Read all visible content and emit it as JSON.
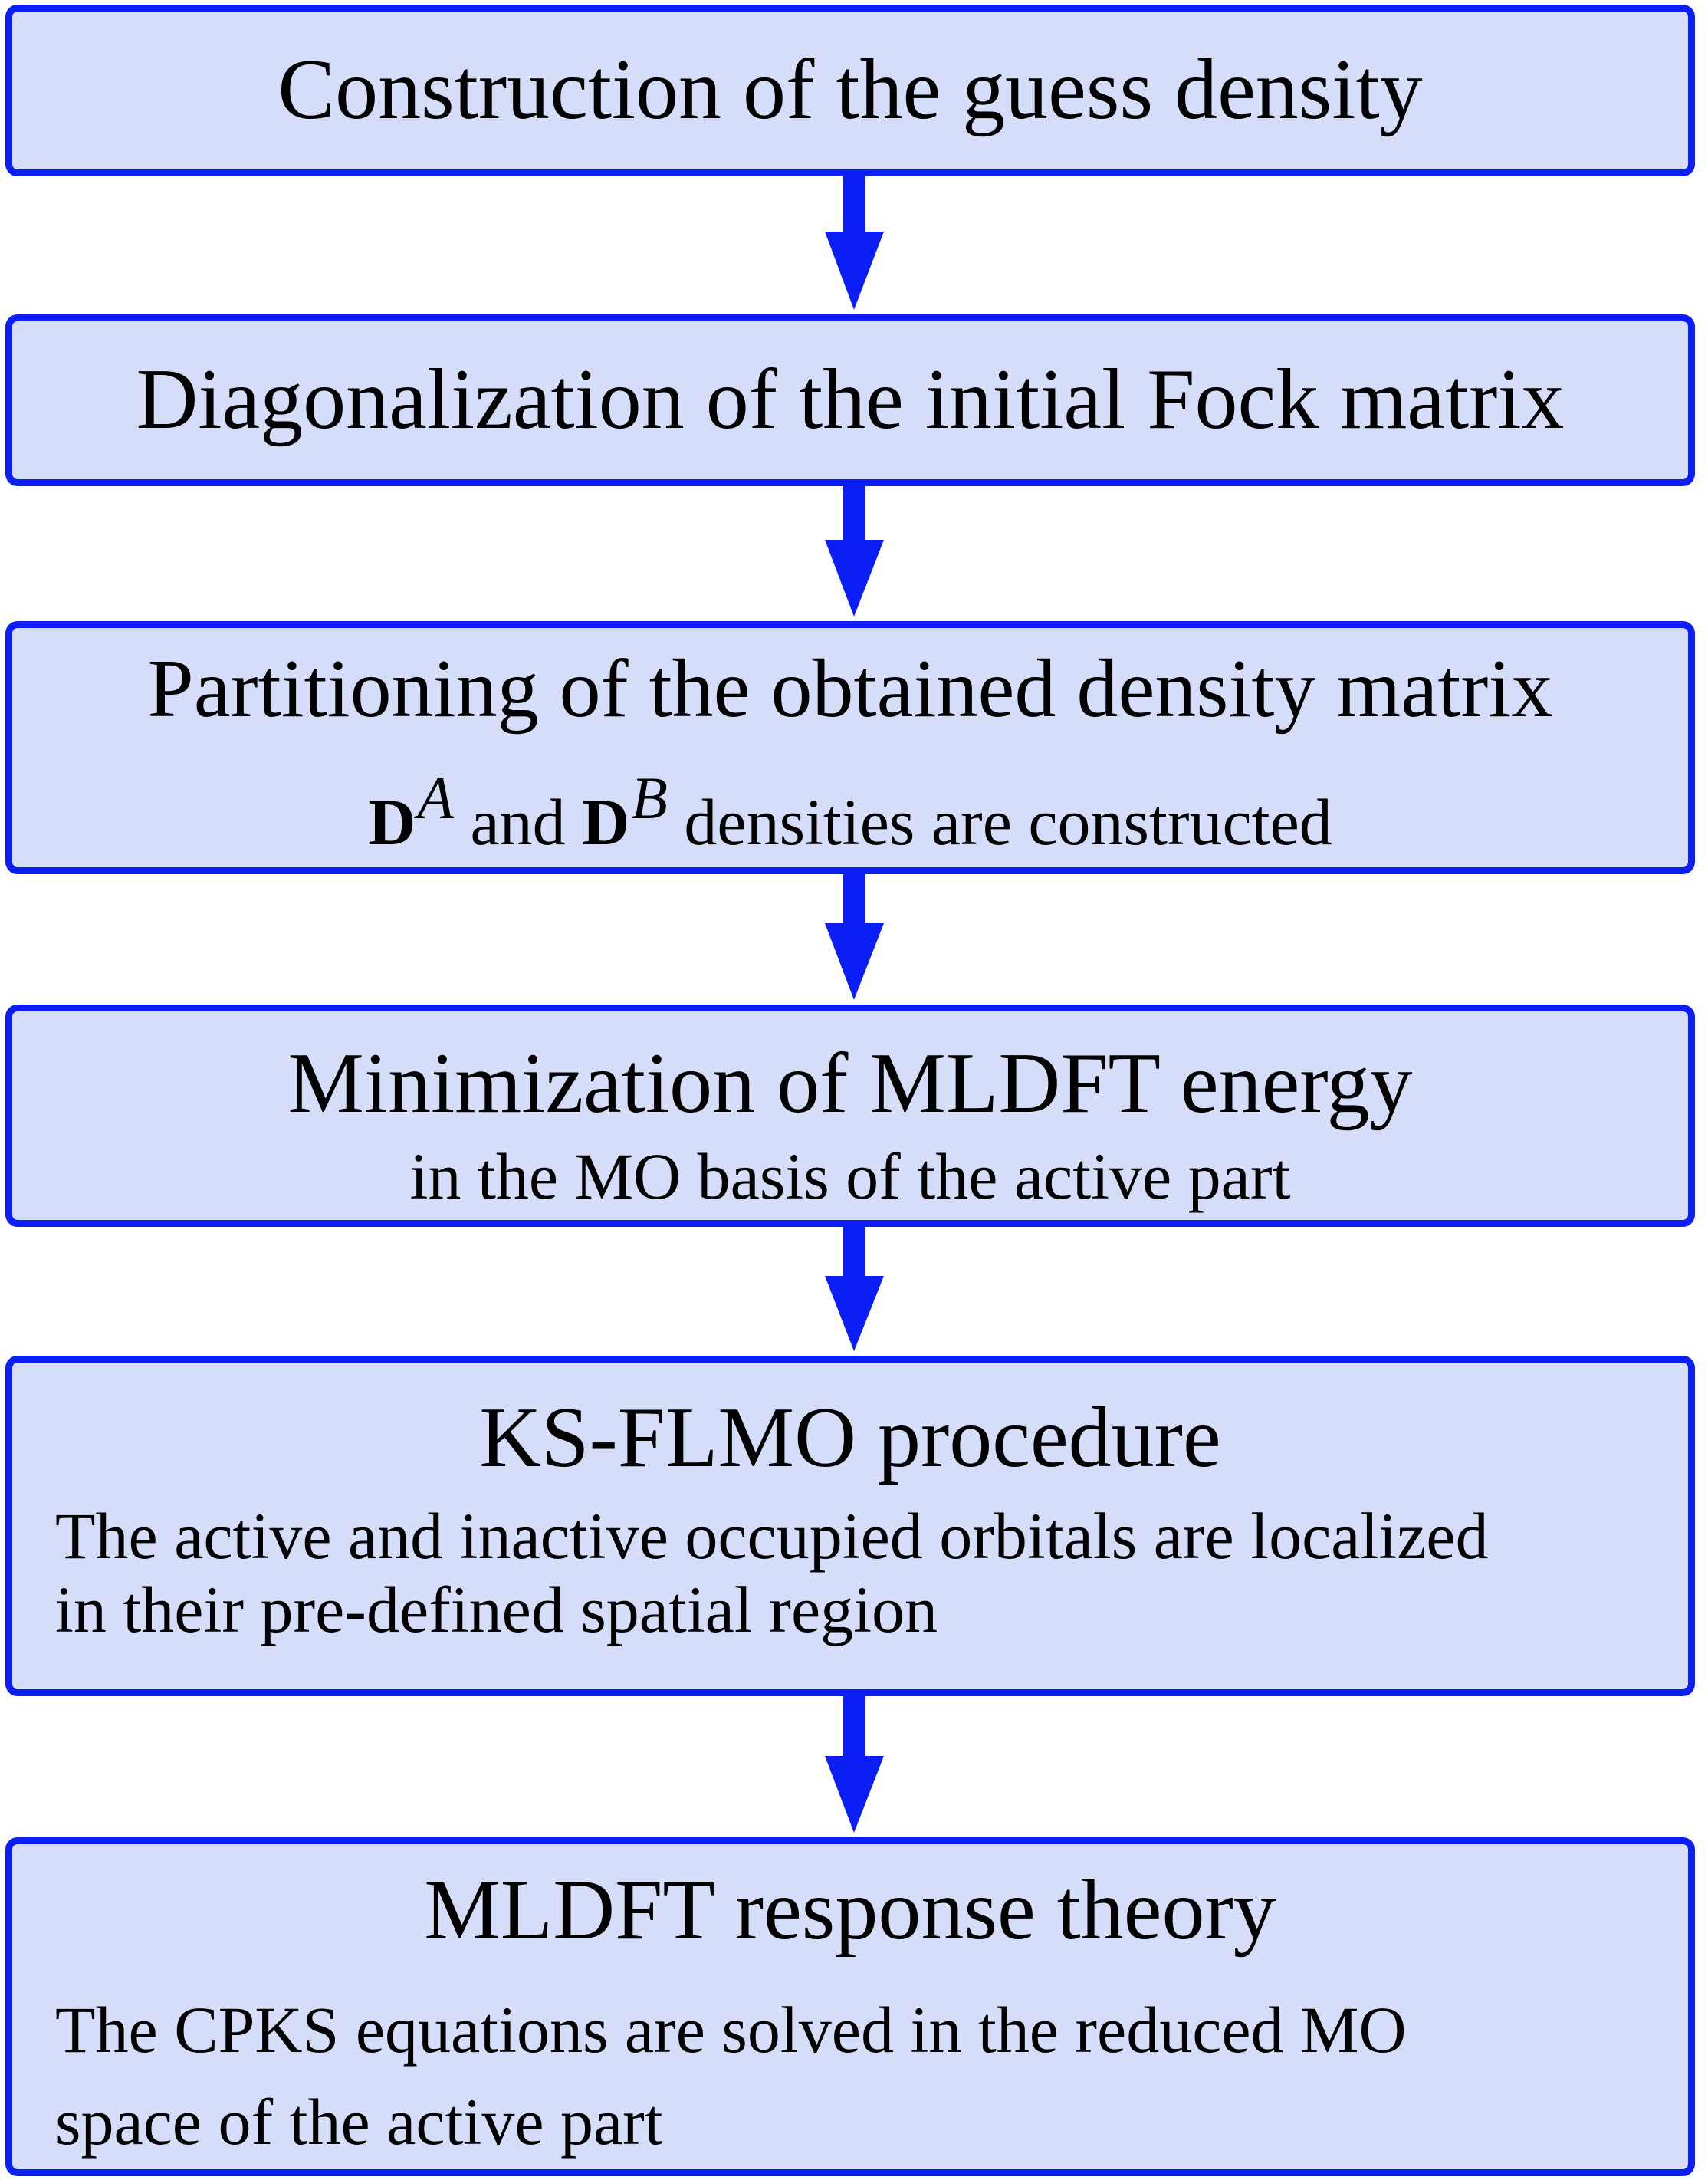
{
  "colors": {
    "box_fill": "#d5ddf8",
    "box_border": "#0a1ef5",
    "arrow": "#0a1ef5",
    "text": "#000000"
  },
  "steps": [
    {
      "title": "Construction of the guess density"
    },
    {
      "title": "Diagonalization of the initial Fock matrix"
    },
    {
      "title": "Partitioning of the obtained density matrix",
      "subtitle": {
        "sym1": "D",
        "sup1": "A",
        "connector": " and ",
        "sym2": "D",
        "sup2": "B",
        "rest": " densities are constructed"
      }
    },
    {
      "title": "Minimization of MLDFT energy",
      "subtitle": "in the MO basis of the active part"
    },
    {
      "title": "KS-FLMO procedure",
      "description_lines": [
        "The active and inactive occupied orbitals are localized",
        "in their pre-defined spatial region"
      ]
    },
    {
      "title": "MLDFT response theory",
      "description_lines": [
        "The CPKS equations are solved in the reduced MO",
        "space of the active part"
      ]
    }
  ]
}
